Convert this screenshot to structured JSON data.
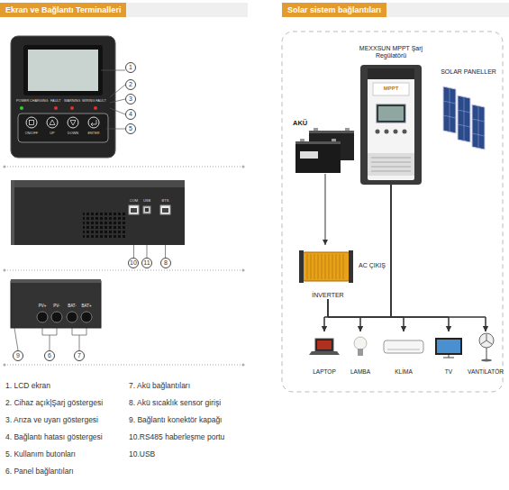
{
  "diagram": {
    "nodes": [
      {
        "text": [
          "Ekran ve Bağlantı Terminalleri"
        ]
      },
      {
        "text": [
          "Solar sistem bağlantıları"
        ]
      },
      {
        "text": [
          "MEXXSUN MPPT Şarj Regülatörü"
        ]
      },
      {
        "text": [
          "SOLAR PANELLER"
        ]
      },
      {
        "text": [
          "AKÜ"
        ]
      },
      {
        "text": [
          "İNVERTER"
        ]
      },
      {
        "text": [
          "LAPTOP"
        ]
      },
      {
        "text": [
          "LAMBA"
        ]
      },
      {
        "text": [
          "KLİMA"
        ]
      },
      {
        "text": [
          "TV"
        ]
      },
      {
        "text": [
          "VANTİLATÖR"
        ]
      }
    ],
    "edges": [
      {
        "from": 4,
        "to": 5,
        "arrow": "to"
      },
      {
        "from": 5,
        "to": 6,
        "arrow": "to"
      },
      {
        "from": 5,
        "to": 7,
        "arrow": "to"
      },
      {
        "from": 5,
        "to": 8,
        "arrow": "to"
      },
      {
        "from": 5,
        "to": 9,
        "arrow": "to"
      },
      {
        "from": 5,
        "to": 10,
        "arrow": "to"
      },
      {
        "from": 2,
        "to": 6,
        "arrow": "to"
      },
      {
        "from": 2,
        "to": 7,
        "arrow": "to"
      },
      {
        "from": 2,
        "to": 8,
        "arrow": "to"
      },
      {
        "from": 2,
        "to": 9,
        "arrow": "to"
      },
      {
        "from": 2,
        "to": 10,
        "arrow": "to"
      }
    ],
    "labels": [
      "1",
      "2",
      "3",
      "4",
      "5",
      "POWER",
      "CHARGING",
      "FAULT",
      "WARNING",
      "WIRING FAULT",
      "ON/OFF",
      "UP",
      "DOWN",
      "ENTER",
      "COM",
      "USB",
      "BTS",
      "10",
      "11",
      "8",
      "PV+",
      "PV-",
      "BAT-",
      "BAT+",
      "9",
      "6",
      "7",
      "1. LCD ekran",
      "2. Cihaz açık|Şarj göstergesi",
      "3. Arıza ve uyarı göstergesi",
      "4. Bağlantı hatası göstergesi",
      "5. Kullanım butonları",
      "6. Panel bağlantıları",
      "7. Akü bağlantıları",
      "8. Akü sıcaklık sensor girişi",
      "9. Bağlantı konektör kapağı",
      "10.RS485 haberleşme portu",
      "10.USB",
      "MPPT",
      "AC ÇIKIŞ"
    ]
  }
}
